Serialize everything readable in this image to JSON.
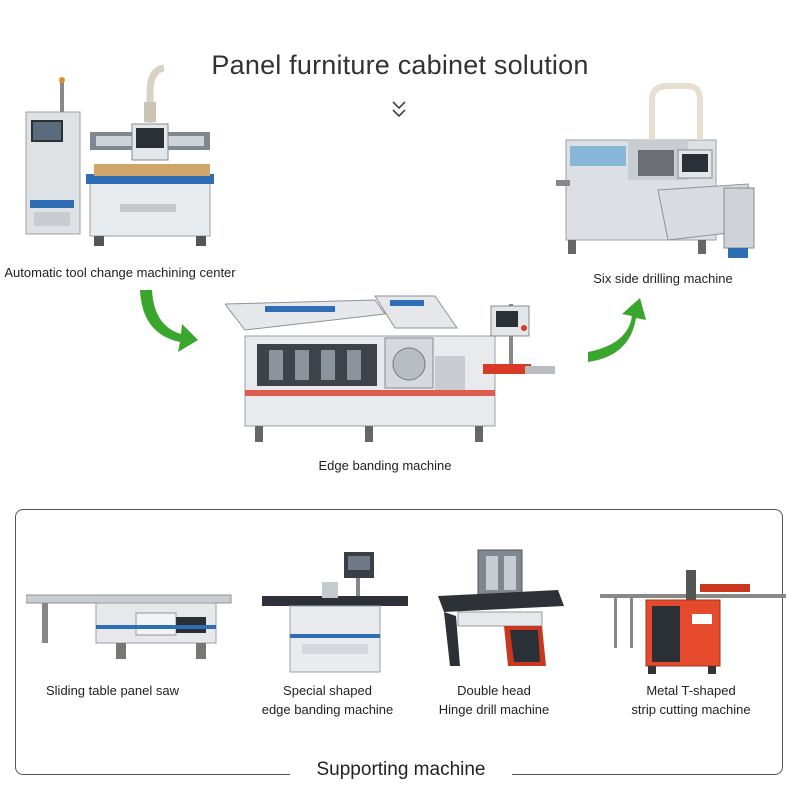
{
  "page": {
    "title": "Panel furniture cabinet solution"
  },
  "workflow": {
    "machines": [
      {
        "label": "Automatic tool change machining center"
      },
      {
        "label": "Edge banding machine"
      },
      {
        "label": "Six side drilling machine"
      }
    ]
  },
  "supporting": {
    "title": "Supporting machine",
    "machines": [
      {
        "label": "Sliding table panel saw"
      },
      {
        "label_line1": "Special shaped",
        "label_line2": "edge banding machine"
      },
      {
        "label_line1": "Double head",
        "label_line2": "Hinge drill machine"
      },
      {
        "label_line1": "Metal T-shaped",
        "label_line2": "strip cutting machine"
      }
    ]
  },
  "colors": {
    "accent_arrow": "#3aa62e",
    "machine_body": "#e6e8ea",
    "machine_blue": "#2f6db5",
    "machine_red": "#d93a26"
  },
  "icons": {
    "flow_arrow_1": "green-curved-arrow-icon",
    "flow_arrow_2": "green-curved-arrow-icon",
    "scroll_hint": "double-chevron-down-icon"
  }
}
